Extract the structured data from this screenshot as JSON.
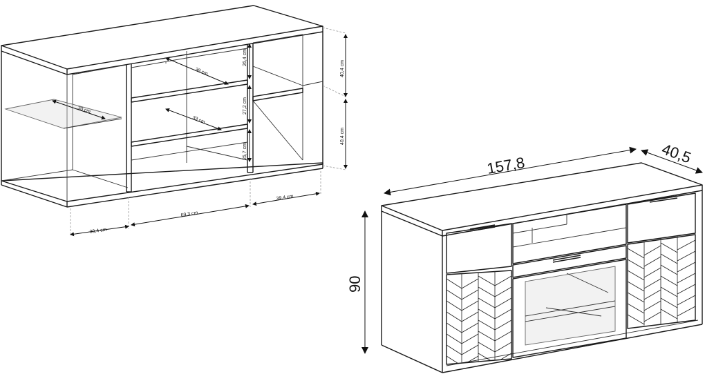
{
  "left_drawing": {
    "width_left": "39,4 cm",
    "width_middle": "69,3 cm",
    "width_right": "39,4 cm",
    "height_top": "40,4 cm",
    "height_bottom": "40,4 cm",
    "shelf_top_gap": "26,4 cm",
    "shelf_mid_gap": "27,2 cm",
    "shelf_bottom_gap": "25,7 cm",
    "shelf_top_depth": "38 cm",
    "shelf_mid_depth": "33 cm",
    "glass_shelf_depth": "30 cm"
  },
  "right_drawing": {
    "width": "157,8",
    "depth": "40,5",
    "height": "90"
  },
  "colors": {
    "line": "#1a1a1a",
    "extension": "#999999"
  }
}
